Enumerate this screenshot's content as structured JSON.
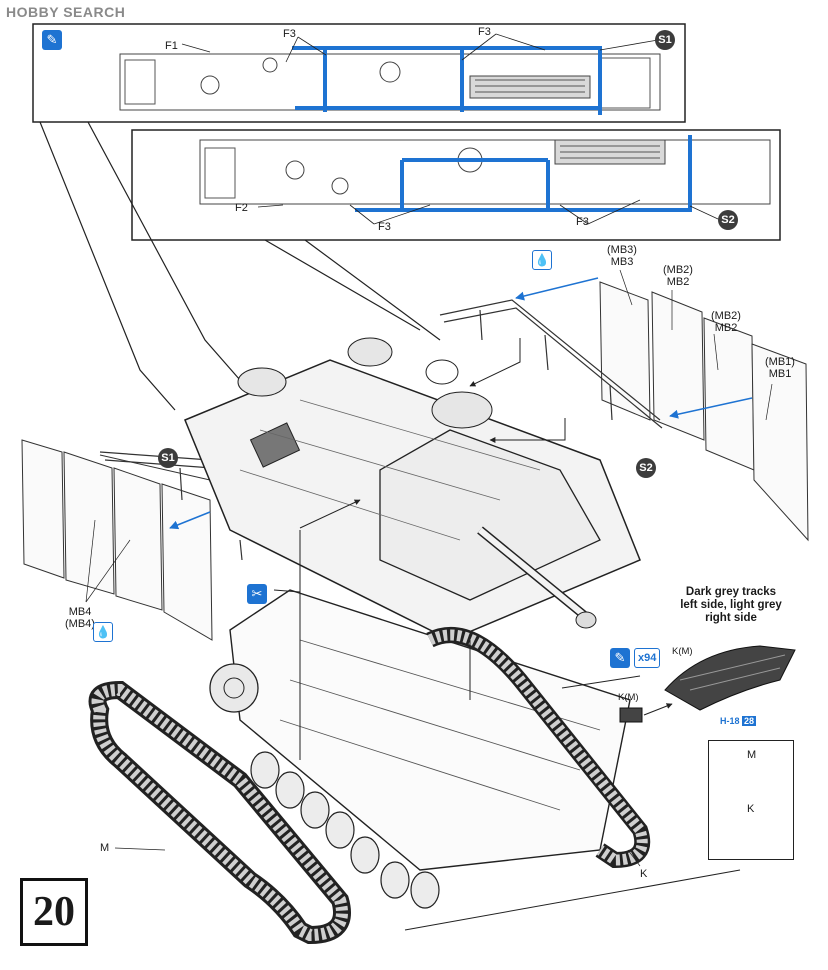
{
  "watermark": "HOBBY SEARCH",
  "step_number": "20",
  "labels": {
    "F1": "F1",
    "F2": "F2",
    "F3": "F3",
    "MB3a": "(MB3)",
    "MB3b": "MB3",
    "MB2a": "(MB2)",
    "MB2b": "MB2",
    "MB2c": "(MB2)",
    "MB2d": "MB2",
    "MB1a": "(MB1)",
    "MB1b": "MB1",
    "MB4a": "MB4",
    "MB4b": "(MB4)",
    "M": "M",
    "K": "K",
    "KM": "K(M)"
  },
  "badges": {
    "s1": "S1",
    "s2": "S2"
  },
  "tracks_note": {
    "line1": "Dark grey tracks",
    "line2": "left side, light grey",
    "line3": "right side"
  },
  "multiplier": "x94",
  "ref": {
    "prefix": "H-18",
    "number": "28"
  },
  "legend": {
    "top": "M",
    "bottom": "K"
  },
  "icons": {
    "paint": "paint-brush-icon",
    "cement": "cement-drop-icon",
    "remove": "remove-part-icon"
  },
  "colors": {
    "accent_blue": "#1e73d2",
    "line_dark": "#222222"
  }
}
